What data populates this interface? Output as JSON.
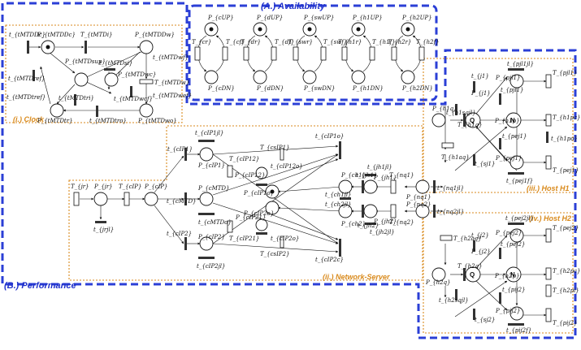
{
  "sections": {
    "availability": "(A.) Availability",
    "performance": "(B.) Performance",
    "clock": "(i.) Clock",
    "network_server": "(ii.) Network-Server",
    "host_h1": "(iii.) Host H1",
    "host_h2": "(iv.) Host H2"
  },
  "availability_blocks": [
    {
      "up": "P_{cUP}",
      "dn": "P_{cDN}",
      "tl": "T_{cr}",
      "tr": "T_{cf}"
    },
    {
      "up": "P_{dUP}",
      "dn": "P_{dDN}",
      "tl": "T_{dr}",
      "tr": "T_{df}"
    },
    {
      "up": "P_{swUP}",
      "dn": "P_{swDN}",
      "tl": "T_{swr}",
      "tr": "T_{swf}"
    },
    {
      "up": "P_{h1UP}",
      "dn": "P_{h1DN}",
      "tl": "T_{h1r}",
      "tr": "T_{h1f}"
    },
    {
      "up": "P_{h2UP}",
      "dn": "P_{h2DN}",
      "tl": "T_{h2r}",
      "tr": "T_{h2f}"
    }
  ],
  "clock": {
    "t_dc": "t_{tMTDDc}",
    "p_dc": "P_{tMTDDc}",
    "t_di": "T_{tMTDi}",
    "p_dw": "P_{tMTDDw}",
    "p_dsup": "P_{tMTDsup}",
    "t_dsi": "t_{tMTDsi}",
    "t_dref": "t_{tMTDref}",
    "t_dwf": "t_{tMTDwf}",
    "t_dtref": "t_{tMTDtref}",
    "p_dwc": "P_{tMTDwc}",
    "t_dw": "T_{tMTDw}",
    "t_dwcf": "t_{tMTDwcf}",
    "t_dtri": "t_{tMTDtri}",
    "t_dwef": "t_{tMTDwef}",
    "p_dtr": "P_{tMTDtr}",
    "t_dtro": "t_{tMTDtro}",
    "p_dwo": "P_{tMTDwo}"
  },
  "network": {
    "t_jr": "T_{jr}",
    "p_jr": "P_{jr}",
    "t_jrjl": "t_{jrjl}",
    "t_cip": "T_{cIP}",
    "p_cip": "P_{cIP}",
    "t_cip1": "t_{cIP1}",
    "t_cip1jl": "t_{cIP1jl}",
    "p_cip1": "P_{cIP1}",
    "t_cs1p1": "T_{csIP1}",
    "t_cip12": "T_{cIP12}",
    "t_cip12o": "t_{cIP12o}",
    "p_cip12": "P_{cIP12}",
    "p_cmtd": "P_{cMTD}",
    "t_cmtd": "t_{cMTD}",
    "t_cmtdo": "t_{cMTDo}",
    "p_cip21": "P_{cIP21}",
    "t_cip21": "T_{cIP21}",
    "t_cip2o": "t_{cIP2o}",
    "t_cip2": "t_{cIP2}",
    "p_cip2": "P_{cIP2}",
    "t_cip2jl": "t_{cIP2jl}",
    "t_cs2p2": "T_{csIP2}",
    "t_cip1o": "t_{cIP1o}",
    "t_cip2c": "t_{cIP2c}",
    "p_cip1o": "P_{cIP1o}",
    "p_cip2o": "P_{cIP2o}",
    "p_ch1": "P_{ch1}",
    "t_ch1jl": "t_{ch1jl}",
    "t_ch2jl": "t_{ch2jl}",
    "p_ch2": "P_{ch2}",
    "t_jh1": "t_{jh1}",
    "p_jh1": "P_{jh1}",
    "t_jh1jl": "t_{jh1jl}",
    "t_jh2": "t_{jh2}",
    "p_jh2": "P_{jh2}",
    "t_jh2jl": "t_{jh2jl}",
    "t_nq1": "T_{nq1}",
    "t_nq2": "T_{nq2}",
    "p_nq1": "P_{nq1}",
    "p_nq2": "P_{nq2}",
    "t_nq1jl": "t_{nq1jl}",
    "t_nq2jl": "t_{nq2jl}"
  },
  "host_h1": {
    "p_h1q": "P_{h1q}",
    "t_h1sq": "t_{h1sqjl}",
    "t_h1q": "T_{h1q}",
    "t_h1aq": "T_{h1aq}",
    "t_pjl1": "t_{pjl1}",
    "p_pjl1": "P_{pjl1}",
    "t_pjl1j": "t_{pjl1jl}",
    "t_pjl1r": "T_{pjl1}",
    "t_j1": "t_{j1}",
    "p_j1": "P_{j1}",
    "q": "Q",
    "p_h1p": "P_{h1p}",
    "n": "N",
    "t_h1pc": "T_{h1pc}",
    "t_h1pi": "t_{h1po}",
    "t_sj1": "t_{sj1}",
    "t_pej1": "t_{pej1}",
    "p_pej1": "P_{pej1}",
    "t_pej1f": "t_{pej1f}",
    "t_pej1r": "T_{pej1}"
  },
  "host_h2": {
    "p_h2q": "P_{h2q}",
    "t_h2sq": "t_{h2sqjl}",
    "t_h2q": "T_{h2q}",
    "t_h2aq": "T_{h2aq}",
    "t_pej2": "t_{pej2}",
    "p_pej2": "P_{pej2}",
    "t_pej2j": "t_{pej2jl}",
    "t_pej2r": "T_{pej2}",
    "t_j2": "t_{j2}",
    "p_j2": "P_{j2}",
    "q": "Q",
    "p_h2p": "P_{h2p}",
    "n": "N",
    "t_h2pc": "T_{h2pc}",
    "t_h2pi": "T_{h2pi}",
    "t_sj2": "t_{sj2}",
    "t_pij2": "t_{pij2}",
    "p_pij2": "P_{pij2}",
    "t_pij2f": "t_{pij2f}",
    "t_pij2r": "T_{pij2}"
  }
}
